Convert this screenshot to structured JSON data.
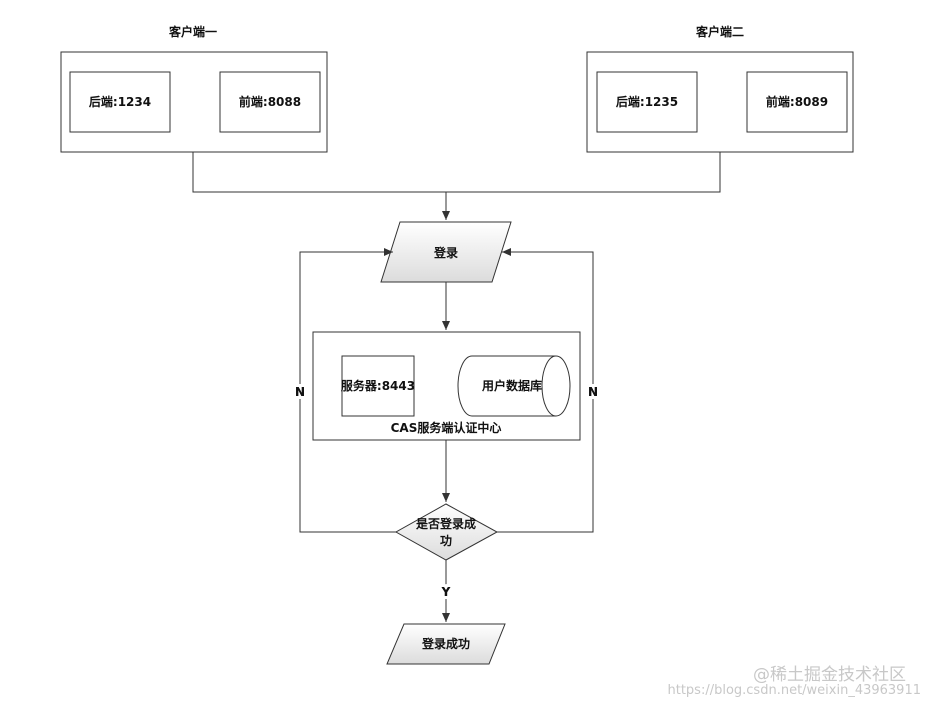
{
  "client1": {
    "title": "客户端一",
    "backend": "后端:1234",
    "frontend": "前端:8088"
  },
  "client2": {
    "title": "客户端二",
    "backend": "后端:1235",
    "frontend": "前端:8089"
  },
  "login": "登录",
  "cas": {
    "title": "CAS服务端认证中心",
    "server": "服务器:8443",
    "database": "用户数据库"
  },
  "decision": {
    "line1": "是否登录成",
    "line2": "功"
  },
  "no_label_left": "N",
  "no_label_right": "N",
  "yes_label": "Y",
  "success": "登录成功",
  "watermark": {
    "brand": "@稀土掘金技术社区",
    "url": "https://blog.csdn.net/weixin_43963911"
  }
}
